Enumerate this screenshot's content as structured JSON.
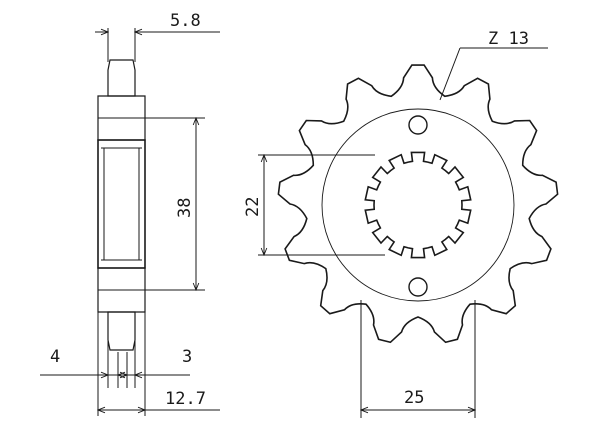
{
  "labels": {
    "teeth": "Z 13",
    "hub_width": "5.8",
    "diameter": "38",
    "spline_height": "22",
    "left_offset": "4",
    "right_offset": "3",
    "total_width": "12.7",
    "base_width": "25"
  },
  "sprocket": {
    "teeth_count": 13
  },
  "colors": {
    "ink": "#1a1a1a",
    "hatch": "#2a2a2a",
    "background": "#ffffff"
  }
}
